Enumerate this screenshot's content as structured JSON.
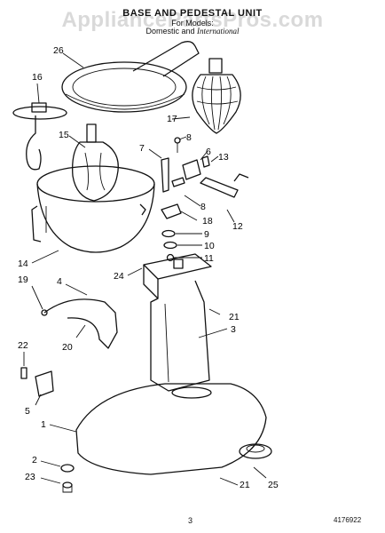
{
  "header": {
    "title": "BASE AND PEDESTAL UNIT",
    "subtitle": "For Models: ",
    "model_line_a": "Domestic and",
    "model_line_b": "International"
  },
  "watermark": "AppliancePartsPros.com",
  "footer": {
    "page_number": "3",
    "document_number": "4176922"
  },
  "callouts": [
    "26",
    "16",
    "17",
    "8",
    "15",
    "7",
    "6",
    "13",
    "8",
    "12",
    "18",
    "9",
    "10",
    "11",
    "14",
    "24",
    "19",
    "4",
    "21",
    "3",
    "20",
    "22",
    "5",
    "1",
    "2",
    "23",
    "21",
    "25"
  ]
}
